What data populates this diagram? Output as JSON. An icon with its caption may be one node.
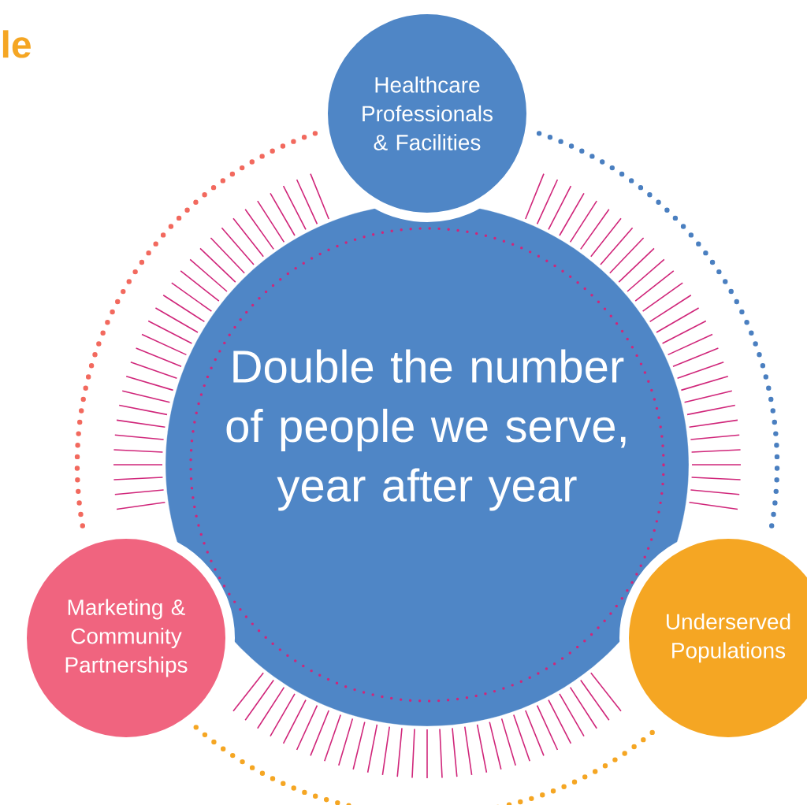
{
  "diagram": {
    "nodes": [
      {
        "text": [
          "Healthcare Professionals & Facilities"
        ]
      },
      {
        "text": [
          "Double the number of people we serve, year after year"
        ]
      },
      {
        "text": [
          "Marketing & Community Partnerships"
        ]
      },
      {
        "text": [
          "Underserved Populations"
        ]
      }
    ],
    "edges": [
      {
        "from": 0,
        "to": 2,
        "arrow": "none",
        "style": "dashed",
        "color": "#f2695e"
      },
      {
        "from": 0,
        "to": 3,
        "arrow": "none",
        "style": "dashed",
        "color": "#4a7fc0"
      },
      {
        "from": 2,
        "to": 3,
        "arrow": "none",
        "style": "dashed",
        "color": "#f5a623"
      }
    ],
    "labels": [
      "le"
    ]
  }
}
